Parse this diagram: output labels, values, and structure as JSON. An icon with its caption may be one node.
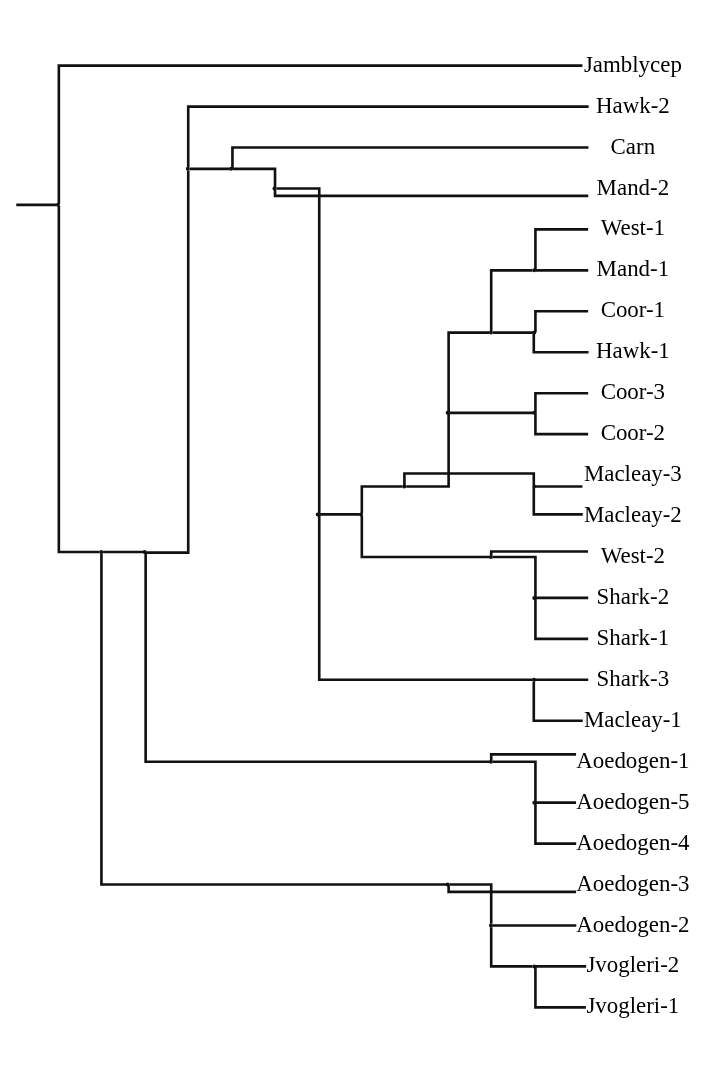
{
  "diagram": {
    "nodes": [
      {
        "text": [
          "Hawk-2"
        ]
      },
      {
        "text": [
          "Carn"
        ]
      },
      {
        "text": [
          "Mand-2"
        ]
      },
      {
        "text": [
          "West-2"
        ]
      },
      {
        "text": [
          "Shark-2"
        ]
      },
      {
        "text": [
          "Shark-1"
        ]
      },
      {
        "text": [
          "Coor-3"
        ]
      },
      {
        "text": [
          "Coor-2"
        ]
      },
      {
        "text": [
          "West-1"
        ]
      },
      {
        "text": [
          "Mand-1"
        ]
      },
      {
        "text": [
          "Coor-1"
        ]
      },
      {
        "text": [
          "Hawk-1"
        ]
      },
      {
        "text": [
          "Macleay-3"
        ]
      },
      {
        "text": [
          "Macleay-2"
        ]
      },
      {
        "text": [
          "Shark-3"
        ]
      },
      {
        "text": [
          "Macleay-1"
        ]
      },
      {
        "text": [
          "Aoedogen-5"
        ]
      },
      {
        "text": [
          "Aoedogen-4"
        ]
      },
      {
        "text": [
          "Aoedogen-1"
        ]
      },
      {
        "text": [
          "Aoedogen-3"
        ]
      },
      {
        "text": [
          "Aoedogen-2"
        ]
      },
      {
        "text": [
          "Jvogleri-2"
        ]
      },
      {
        "text": [
          "Jvogleri-1"
        ]
      },
      {
        "text": [
          "Jamblycep"
        ]
      },
      {
        "text": [],
        "shape": "point"
      },
      {
        "text": [],
        "shape": "point"
      },
      {
        "text": [],
        "shape": "point"
      },
      {
        "text": [],
        "shape": "point"
      },
      {
        "text": [],
        "shape": "point"
      },
      {
        "text": [],
        "shape": "point"
      },
      {
        "text": [],
        "shape": "point"
      },
      {
        "text": [],
        "shape": "point"
      },
      {
        "text": [],
        "shape": "point"
      },
      {
        "text": [],
        "shape": "point"
      },
      {
        "text": [],
        "shape": "point"
      },
      {
        "text": [],
        "shape": "point"
      },
      {
        "text": [],
        "shape": "point"
      },
      {
        "text": [],
        "shape": "point"
      },
      {
        "text": [],
        "shape": "point"
      },
      {
        "text": [],
        "shape": "point"
      },
      {
        "text": [],
        "shape": "point"
      },
      {
        "text": [],
        "shape": "point"
      },
      {
        "text": [],
        "shape": "point"
      },
      {
        "text": [],
        "shape": "point"
      },
      {
        "text": [],
        "shape": "point"
      },
      {
        "text": [],
        "shape": "point"
      },
      {
        "text": [],
        "shape": "point"
      }
    ],
    "edges": [
      {
        "from": null,
        "to": 24,
        "arrow": "none"
      },
      {
        "from": 24,
        "to": 25,
        "arrow": "none"
      },
      {
        "from": 24,
        "to": 23,
        "arrow": "none"
      },
      {
        "from": 25,
        "to": 26,
        "arrow": "none"
      },
      {
        "from": 25,
        "to": 44,
        "arrow": "none"
      },
      {
        "from": 26,
        "to": 27,
        "arrow": "none"
      },
      {
        "from": 26,
        "to": 42,
        "arrow": "none"
      },
      {
        "from": 27,
        "to": 0,
        "arrow": "none"
      },
      {
        "from": 27,
        "to": 28,
        "arrow": "none"
      },
      {
        "from": 28,
        "to": 1,
        "arrow": "none"
      },
      {
        "from": 28,
        "to": 29,
        "arrow": "none"
      },
      {
        "from": 29,
        "to": 2,
        "arrow": "none"
      },
      {
        "from": 29,
        "to": 30,
        "arrow": "none"
      },
      {
        "from": 30,
        "to": 31,
        "arrow": "none"
      },
      {
        "from": 30,
        "to": 41,
        "arrow": "none"
      },
      {
        "from": 31,
        "to": 35,
        "arrow": "none"
      },
      {
        "from": 31,
        "to": 32,
        "arrow": "none"
      },
      {
        "from": 35,
        "to": 3,
        "arrow": "none"
      },
      {
        "from": 35,
        "to": 36,
        "arrow": "none"
      },
      {
        "from": 36,
        "to": 4,
        "arrow": "none"
      },
      {
        "from": 36,
        "to": 5,
        "arrow": "none"
      },
      {
        "from": 32,
        "to": 33,
        "arrow": "none"
      },
      {
        "from": 32,
        "to": 40,
        "arrow": "none"
      },
      {
        "from": 33,
        "to": 37,
        "arrow": "none"
      },
      {
        "from": 33,
        "to": 34,
        "arrow": "none"
      },
      {
        "from": 37,
        "to": 6,
        "arrow": "none"
      },
      {
        "from": 37,
        "to": 7,
        "arrow": "none"
      },
      {
        "from": 34,
        "to": 38,
        "arrow": "none"
      },
      {
        "from": 34,
        "to": 39,
        "arrow": "none"
      },
      {
        "from": 38,
        "to": 8,
        "arrow": "none"
      },
      {
        "from": 38,
        "to": 9,
        "arrow": "none"
      },
      {
        "from": 39,
        "to": 10,
        "arrow": "none"
      },
      {
        "from": 39,
        "to": 11,
        "arrow": "none"
      },
      {
        "from": 40,
        "to": 12,
        "arrow": "none"
      },
      {
        "from": 40,
        "to": 13,
        "arrow": "none"
      },
      {
        "from": 41,
        "to": 14,
        "arrow": "none"
      },
      {
        "from": 41,
        "to": 15,
        "arrow": "none"
      },
      {
        "from": 42,
        "to": 43,
        "arrow": "none"
      },
      {
        "from": 42,
        "to": 18,
        "arrow": "none"
      },
      {
        "from": 43,
        "to": 16,
        "arrow": "none"
      },
      {
        "from": 43,
        "to": 17,
        "arrow": "none"
      },
      {
        "from": 44,
        "to": 19,
        "arrow": "none"
      },
      {
        "from": 44,
        "to": 45,
        "arrow": "none"
      },
      {
        "from": 45,
        "to": 20,
        "arrow": "none"
      },
      {
        "from": 45,
        "to": 46,
        "arrow": "none"
      },
      {
        "from": 46,
        "to": 21,
        "arrow": "none"
      },
      {
        "from": 46,
        "to": 22,
        "arrow": "none"
      }
    ]
  }
}
